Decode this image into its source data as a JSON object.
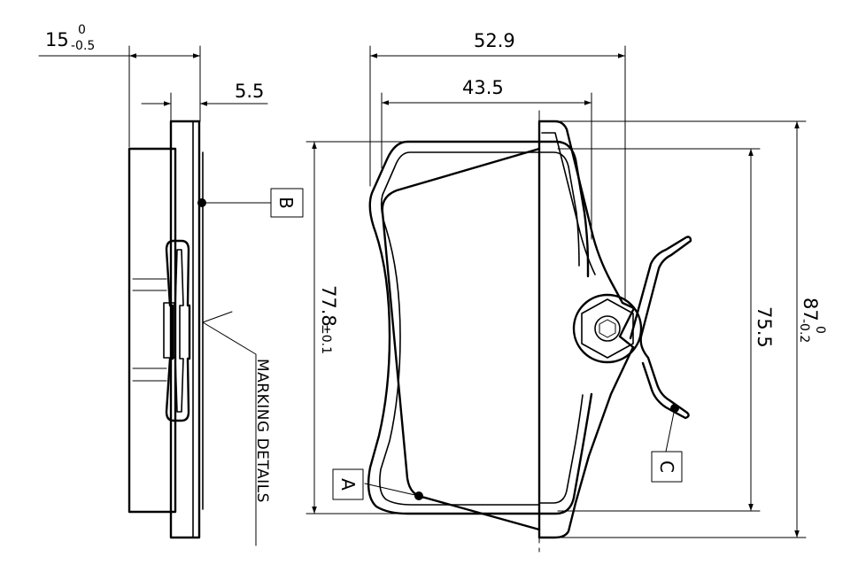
{
  "dimensions": {
    "thickness_total": {
      "value": "15",
      "upper_tol": "0",
      "lower_tol": "-0.5"
    },
    "backplate_thickness": "5.5",
    "overall_width": "52.9",
    "inner_width": "43.5",
    "pad_height": {
      "value": "77.8",
      "tol": "±0.1"
    },
    "friction_height": "75.5",
    "overall_height": {
      "value": "87",
      "upper_tol": "0",
      "lower_tol": "-0.2"
    }
  },
  "callouts": {
    "a": "A",
    "b": "B",
    "c": "C"
  },
  "notes": {
    "marking": "MARKING  DETAILS"
  }
}
